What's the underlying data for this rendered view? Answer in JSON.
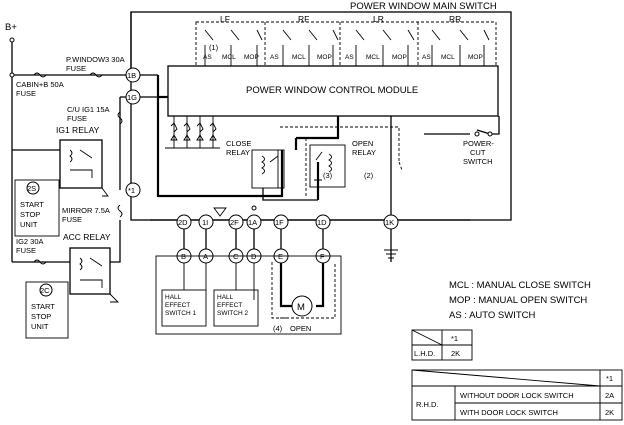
{
  "title": "POWER WINDOW MAIN SWITCH",
  "power_source": "B+",
  "switch_groups": [
    "LF",
    "RF",
    "LR",
    "RR"
  ],
  "switch_labels": {
    "as": "AS",
    "mcl": "MCL",
    "mop": "MOP"
  },
  "marker_1": "(1)",
  "marker_2": "(2)",
  "marker_3": "(3)",
  "marker_4": "(4)",
  "control_module": "POWER WINDOW CONTROL MODULE",
  "close_relay": [
    "CLOSE",
    "RELAY"
  ],
  "open_relay": [
    "OPEN",
    "RELAY"
  ],
  "power_cut_switch": [
    "POWER-",
    "CUT",
    "SWITCH"
  ],
  "fuses": {
    "pwindow": [
      "P.WINDOW3 30A",
      "FUSE"
    ],
    "cabin": [
      "CABIN+B 50A",
      "FUSE"
    ],
    "cu_ig1": [
      "C/U IG1 15A",
      "FUSE"
    ],
    "mirror": [
      "MIRROR 7.5A",
      "FUSE"
    ],
    "ig2": [
      "IG2 30A",
      "FUSE"
    ]
  },
  "relays": {
    "ig1": "IG1 RELAY",
    "acc": "ACC RELAY"
  },
  "start_stop": [
    "START",
    "STOP",
    "UNIT"
  ],
  "connectors": {
    "c1b": "1B",
    "c1g": "1G",
    "star1": "*1",
    "c2d": "2D",
    "c1i": "1I",
    "c2f": "2F",
    "c1a": "1A",
    "c1f": "1F",
    "c1d": "1D",
    "c1k": "1K",
    "b": "B",
    "a": "A",
    "c": "C",
    "d": "D",
    "e": "E",
    "f": "F",
    "c2s": "2S",
    "c2c": "2C"
  },
  "hall_1": [
    "HALL",
    "EFFECT",
    "SWITCH 1"
  ],
  "hall_2": [
    "HALL",
    "EFFECT",
    "SWITCH 2"
  ],
  "motor": "M",
  "open_label": "OPEN",
  "legend": [
    "MCL : MANUAL CLOSE SWITCH",
    "MOP : MANUAL OPEN SWITCH",
    "AS : AUTO SWITCH"
  ],
  "table_lhd": {
    "header": "*1",
    "row_label": "L.H.D.",
    "value": "2K"
  },
  "table_rhd": {
    "header": "*1",
    "row_label": "R.H.D.",
    "rows": [
      {
        "label": "WITHOUT DOOR LOCK SWITCH",
        "value": "2A"
      },
      {
        "label": "WITH DOOR LOCK SWITCH",
        "value": "2K"
      }
    ]
  }
}
